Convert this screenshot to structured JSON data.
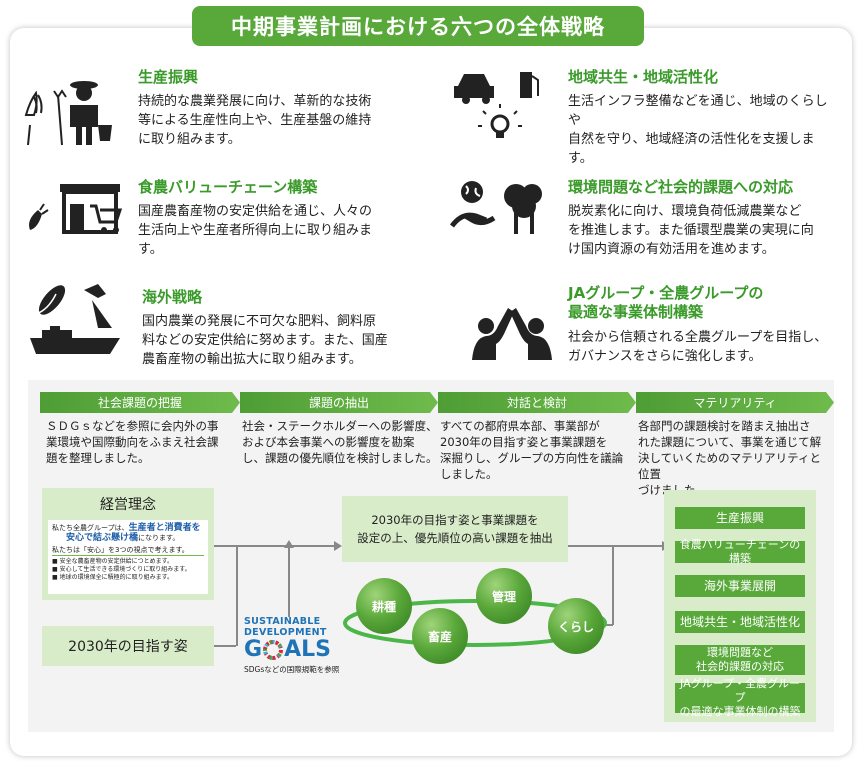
{
  "banner": {
    "title": "中期事業計画における六つの全体戦略"
  },
  "strategies": [
    {
      "title": "生産振興",
      "desc": [
        "持続的な農業発展に向け、革新的な技術",
        "等による生産性向上や、生産基盤の維持",
        "に取り組みます。"
      ]
    },
    {
      "title": "地域共生・地域活性化",
      "desc": [
        "生活インフラ整備などを通じ、地域のくらしや",
        "自然を守り、地域経済の活性化を支援しま",
        "す。"
      ]
    },
    {
      "title": "食農バリューチェーン構築",
      "desc": [
        "国産農畜産物の安定供給を通じ、人々の",
        "生活向上や生産者所得向上に取り組みま",
        "す。"
      ]
    },
    {
      "title": "環境問題など社会的課題への対応",
      "desc": [
        "脱炭素化に向け、環境負荷低減農業など",
        "を推進します。また循環型農業の実現に向",
        "け国内資源の有効活用を進めます。"
      ]
    },
    {
      "title": "海外戦略",
      "desc": [
        "国内農業の発展に不可欠な肥料、飼料原",
        "料などの安定供給に努めます。また、国産",
        "農畜産物の輸出拡大に取り組みます。"
      ]
    },
    {
      "title": [
        "JAグループ・全農グループの",
        "最適な事業体制構築"
      ],
      "desc": [
        "社会から信頼される全農グループを目指し、",
        "ガバナンスをさらに強化します。"
      ]
    }
  ],
  "stages": [
    {
      "label": "社会課題の把握",
      "desc": [
        "ＳＤＧｓなどを参照に会内外の事",
        "業環境や国際動向をふまえ社会課",
        "題を整理しました。"
      ]
    },
    {
      "label": "課題の抽出",
      "desc": [
        "社会・ステークホルダーへの影響度、",
        "および本会事業への影響度を勘案",
        "し、課題の優先順位を検討しました。"
      ]
    },
    {
      "label": "対話と検討",
      "desc": [
        "すべての都府県本部、事業部が",
        "2030年の目指す姿と事業課題を",
        "深掘りし、グループの方向性を議論",
        "しました。"
      ]
    },
    {
      "label": "マテリアリティ",
      "desc": [
        "各部門の課題検討を踏まえ抽出さ",
        "れた課題について、事業を通じて解",
        "決していくためのマテリアリティと位置",
        "づけました。"
      ]
    }
  ],
  "philosophy": {
    "title": "経営理念",
    "lead": "私たち全農グループは、",
    "highlight1": "生産者と消費者を",
    "highlight2": "安心で結ぶ懸け橋",
    "tail": "になります。",
    "sub": "私たちは「安心」を3つの視点で考えます。",
    "points": [
      "■ 安全な農畜産物の安定供給につとめます。",
      "■ 安心して生活できる環境づくりに取り組みます。",
      "■ 地球の環境保全に積極的に取り組みます。"
    ]
  },
  "vision2030": "2030年の目指す姿",
  "sdgs": {
    "line1": "SUSTAINABLE",
    "line2": "DEVELOPMENT",
    "goals_g": "G",
    "goals_als": "ALS",
    "caption": "SDGsなどの国際規範を参照"
  },
  "extract_box": [
    "2030年の目指す姿と事業課題を",
    "設定の上、優先順位の高い課題を抽出"
  ],
  "balls": [
    "耕種",
    "管理",
    "畜産",
    "くらし"
  ],
  "materiality": [
    "生産振興",
    "食農バリューチェーンの構築",
    "海外事業展開",
    "地域共生・地域活性化",
    [
      "環境問題など",
      "社会的課題の対応"
    ],
    [
      "JAグループ・全農グループ",
      "の最適な事業体制の構築"
    ]
  ],
  "colors": {
    "accent": "#58a93a",
    "title_green": "#3a9a2a",
    "box_green": "#d9ecc9",
    "highlight_blue": "#1f5fa8"
  }
}
